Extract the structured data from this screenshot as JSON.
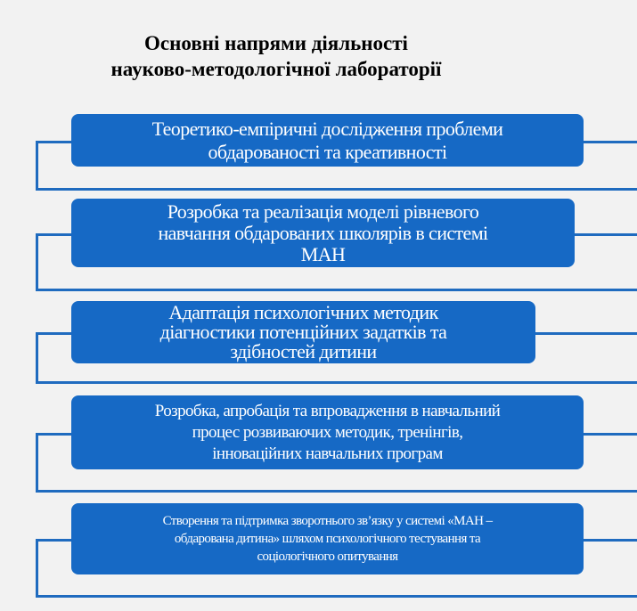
{
  "title": {
    "line1": "Основні напрями діяльності",
    "line2": "науково-методологічної лабораторії"
  },
  "items": [
    {
      "line1": "Теоретико-емпіричні дослідження проблеми",
      "line2": "обдарованості та креативності",
      "line3": ""
    },
    {
      "line1": "Розробка та реалізація моделі рівневого",
      "line2": "навчання обдарованих школярів в системі",
      "line3": "МАН"
    },
    {
      "line1": "Адаптація психологічних методик",
      "line2": "діагностики потенційних задатків та",
      "line3": "здібностей дитини"
    },
    {
      "line1": "Розробка, апробація та впровадження  в навчальний",
      "line2": "процес розвиваючих методик,  тренінгів,",
      "line3": "інноваційних навчальних програм"
    },
    {
      "line1": "Створення та підтримка зворотнього зв’язку у системі «МАН –",
      "line2": "обдарована дитина» шляхом психологічного тестування та",
      "line3": "соціологічного опитування"
    }
  ],
  "colors": {
    "box": "#1669c5",
    "line": "#1f6bbf",
    "background": "#f2f2f2"
  }
}
